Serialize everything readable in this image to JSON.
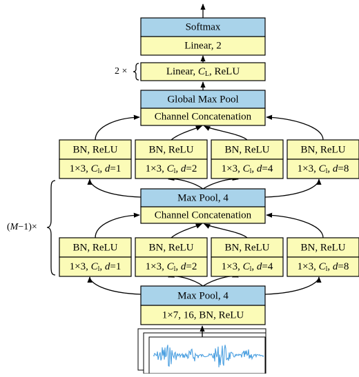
{
  "head": {
    "softmax": "Softmax",
    "linear_out": "Linear, 2",
    "linear_hidden": {
      "pre": "Linear, ",
      "var": "C",
      "sub": "L",
      "post": ", ReLU"
    },
    "repeat_label": "2 ×"
  },
  "block_top": {
    "pool": "Global Max Pool",
    "concat": "Channel Concatenation",
    "branches": [
      {
        "bn": "BN, ReLU",
        "pre": "1×3, ",
        "var": "C",
        "sub": "l",
        "dil_var": "d",
        "dil": "=1"
      },
      {
        "bn": "BN, ReLU",
        "pre": "1×3, ",
        "var": "C",
        "sub": "l",
        "dil_var": "d",
        "dil": "=2"
      },
      {
        "bn": "BN, ReLU",
        "pre": "1×3, ",
        "var": "C",
        "sub": "l",
        "dil_var": "d",
        "dil": "=4"
      },
      {
        "bn": "BN, ReLU",
        "pre": "1×3, ",
        "var": "C",
        "sub": "l",
        "dil_var": "d",
        "dil": "=8"
      }
    ]
  },
  "block_repeat": {
    "pool": "Max Pool, 4",
    "concat": "Channel Concatenation",
    "repeat_label": {
      "open": "(",
      "var": "M",
      "post": "−1)×"
    },
    "branches": [
      {
        "bn": "BN, ReLU",
        "pre": "1×3, ",
        "var": "C",
        "sub": "l",
        "dil_var": "d",
        "dil": "=1"
      },
      {
        "bn": "BN, ReLU",
        "pre": "1×3, ",
        "var": "C",
        "sub": "l",
        "dil_var": "d",
        "dil": "=2"
      },
      {
        "bn": "BN, ReLU",
        "pre": "1×3, ",
        "var": "C",
        "sub": "l",
        "dil_var": "d",
        "dil": "=4"
      },
      {
        "bn": "BN, ReLU",
        "pre": "1×3, ",
        "var": "C",
        "sub": "l",
        "dil_var": "d",
        "dil": "=8"
      }
    ]
  },
  "stem": {
    "pool": "Max Pool, 4",
    "conv": "1×7, 16, BN, ReLU"
  },
  "colors": {
    "blue": "#a9d3ea",
    "yellow": "#fbfbb7",
    "waveform": "#4a9fe0"
  },
  "input": {
    "icon": "audio-waveform-icon"
  }
}
